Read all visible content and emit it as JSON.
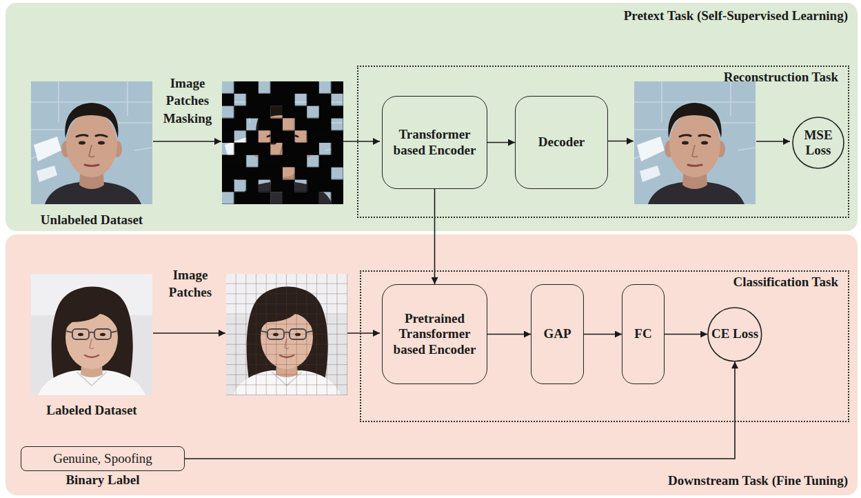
{
  "diagram": {
    "nodes": [
      {
        "text": [
          "Pretext Task (Self-Supervised Learning)"
        ]
      },
      {
        "text": [
          "Reconstruction Task"
        ],
        "in": 0
      },
      {
        "text": [
          "Transformer based Encoder"
        ],
        "in": 1
      },
      {
        "text": [
          "Decoder"
        ],
        "in": 1
      },
      {
        "text": [
          "MSE Loss"
        ],
        "in": 1
      },
      {
        "text": [
          "Downstream Task (Fine Tuning)"
        ]
      },
      {
        "text": [
          "Classification Task"
        ],
        "in": 5
      },
      {
        "text": [
          "Pretrained Transformer based Encoder"
        ],
        "in": 6
      },
      {
        "text": [
          "GAP"
        ],
        "in": 6
      },
      {
        "text": [
          "FC"
        ],
        "in": 6
      },
      {
        "text": [
          "CE Loss"
        ],
        "in": 6
      },
      {
        "text": [
          "Genuine, Spoofing",
          "Binary Label"
        ],
        "in": 5
      }
    ],
    "edges": [
      {
        "from": 2,
        "to": 3,
        "arrow": "to"
      },
      {
        "from": 2,
        "to": 7,
        "arrow": "to"
      },
      {
        "from": 7,
        "to": 8,
        "arrow": "to"
      },
      {
        "from": 8,
        "to": 9,
        "arrow": "to"
      },
      {
        "from": 9,
        "to": 10,
        "arrow": "to"
      },
      {
        "from": 11,
        "to": 10,
        "arrow": "to"
      }
    ],
    "labels": [
      "Image Patches Masking",
      "Unlabeled Dataset",
      "Image Patches",
      "Labeled Dataset"
    ]
  }
}
